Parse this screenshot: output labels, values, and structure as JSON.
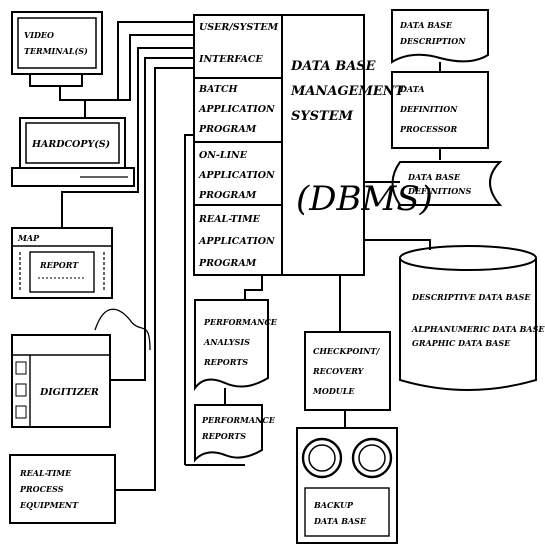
{
  "diagram": {
    "dbms": {
      "lines": [
        "DATA BASE",
        "MANAGEMENT",
        "SYSTEM"
      ],
      "abbr": "(DBMS)"
    },
    "dbms_modules": [
      {
        "lines": [
          "USER/SYSTEM",
          "INTERFACE"
        ]
      },
      {
        "lines": [
          "BATCH",
          "APPLICATION",
          "PROGRAM"
        ]
      },
      {
        "lines": [
          "ON-LINE",
          "APPLICATION",
          "PROGRAM"
        ]
      },
      {
        "lines": [
          "REAL-TIME",
          "APPLICATION",
          "PROGRAM"
        ]
      }
    ],
    "video_terminals": {
      "lines": [
        "VIDEO",
        "TERMINAL(S)"
      ]
    },
    "hardcopy": {
      "lines": [
        "HARDCOPY(S)"
      ]
    },
    "printer_sheet": {
      "title": "MAP",
      "inner": "REPORT"
    },
    "digitizer": {
      "label": "DIGITIZER"
    },
    "real_time": {
      "lines": [
        "REAL-TIME",
        "PROCESS",
        "EQUIPMENT"
      ]
    },
    "db_description": {
      "lines": [
        "DATA BASE",
        "DESCRIPTION"
      ]
    },
    "ddp": {
      "lines": [
        "DATA",
        "DEFINITION",
        "PROCESSOR"
      ]
    },
    "db_definitions": {
      "lines": [
        "DATA BASE",
        "DEFINITIONS"
      ]
    },
    "database_cylinder": {
      "lines": [
        "DESCRIPTIVE DATA BASE",
        "",
        "ALPHANUMERIC DATA BASE",
        "GRAPHIC DATA BASE"
      ]
    },
    "performance_analysis": {
      "lines": [
        "PERFORMANCE",
        "ANALYSIS",
        "REPORTS"
      ]
    },
    "performance_reports": {
      "lines": [
        "PERFORMANCE",
        "REPORTS"
      ]
    },
    "checkpoint": {
      "lines": [
        "CHECKPOINT/",
        "RECOVERY",
        "MODULE"
      ]
    },
    "backup": {
      "lines": [
        "BACKUP",
        "DATA BASE"
      ]
    }
  }
}
